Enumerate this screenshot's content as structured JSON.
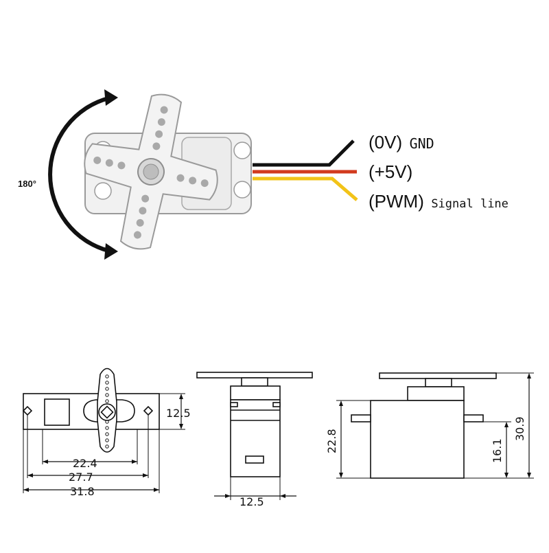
{
  "rotation": {
    "angle_label": "180°"
  },
  "wires": [
    {
      "id": "gnd",
      "color": "#111111",
      "paren": "(0V)",
      "desc": "GND"
    },
    {
      "id": "vcc",
      "color": "#d23a1e",
      "paren": "(+5V)",
      "desc": ""
    },
    {
      "id": "signal",
      "color": "#f2c318",
      "paren": "(PWM)",
      "desc": "Signal line"
    }
  ],
  "dimensions": {
    "front_height": "12.5",
    "front_width_inner": "22.4",
    "front_width_mid": "27.7",
    "front_width_outer": "31.8",
    "side_width": "12.5",
    "back_body_height": "22.8",
    "back_tab_height": "16.1",
    "back_total_height": "30.9"
  },
  "colors": {
    "servo_body": "#f1f1f1",
    "servo_outline": "#9a9a9a",
    "hole": "#aaaaaa",
    "line": "#111111"
  }
}
